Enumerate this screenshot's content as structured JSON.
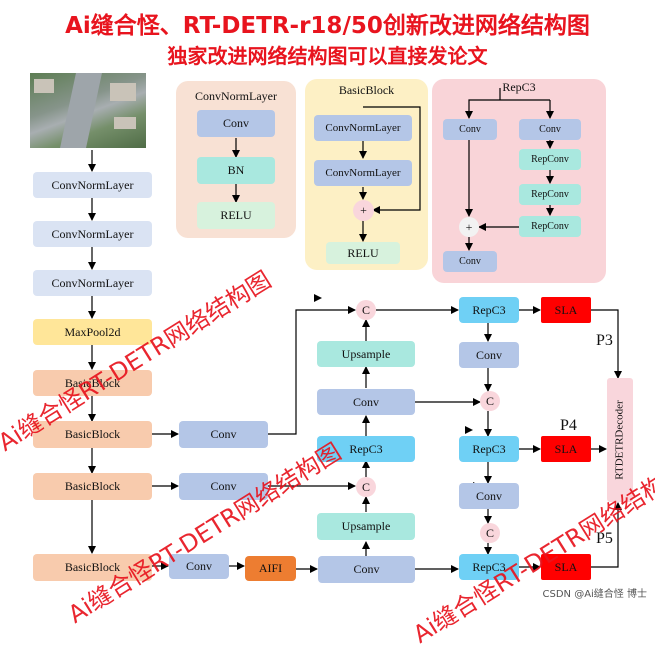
{
  "header": {
    "title_line1": "Ai缝合怪、RT-DETR-r18/50创新改进网络结构图",
    "title_line2": "独家改进网络结构图可以直接发论文"
  },
  "panels": {
    "convnormlayer": {
      "title": "ConvNormLayer",
      "nodes": [
        "Conv",
        "BN",
        "RELU"
      ]
    },
    "basicblock": {
      "title": "BasicBlock",
      "nodes": [
        "ConvNormLayer",
        "ConvNormLayer",
        "+",
        "RELU"
      ]
    },
    "repc3": {
      "title": "RepC3",
      "left": [
        "Conv"
      ],
      "right": [
        "Conv",
        "RepConv",
        "RepConv",
        "RepConv"
      ],
      "add": "+",
      "out": "Conv"
    }
  },
  "backbone": [
    "ConvNormLayer",
    "ConvNormLayer",
    "ConvNormLayer",
    "MaxPool2d",
    "BasicBlock",
    "BasicBlock",
    "BasicBlock",
    "BasicBlock"
  ],
  "neck": {
    "conv_stage2": "Conv",
    "conv_stage3": "Conv",
    "conv_stage4": "Conv",
    "aifi": "AIFI",
    "up_left": [
      "Conv",
      "Upsample",
      "C",
      "RepC3",
      "Conv",
      "Upsample",
      "C"
    ],
    "bottom_conv": "Conv",
    "right_col": [
      "RepC3",
      "Conv",
      "C",
      "RepC3",
      "Conv",
      "C",
      "RepC3"
    ],
    "sla": [
      "SLA",
      "SLA",
      "SLA"
    ],
    "outputs": [
      "P3",
      "P4",
      "P5"
    ],
    "decoder": "RTDETRDecoder"
  },
  "watermark": [
    "Ai缝合怪RT-DETR网络结构图",
    "Ai缝合怪RT-DETR网络结构图",
    "Ai缝合怪RT-DETR网络结构图"
  ],
  "credit": "CSDN @Ai缝合怪 博士",
  "colors": {
    "title": "#e8141e",
    "blue_node": "#b4c6e7",
    "teal_node": "#a9e8df",
    "cyan_node": "#6fd0f5",
    "peach_node": "#f8cbad",
    "yellow_node": "#ffe699",
    "orange_node": "#ed7d31",
    "sla": "#ff0000",
    "green_node": "#d7f2dd"
  }
}
